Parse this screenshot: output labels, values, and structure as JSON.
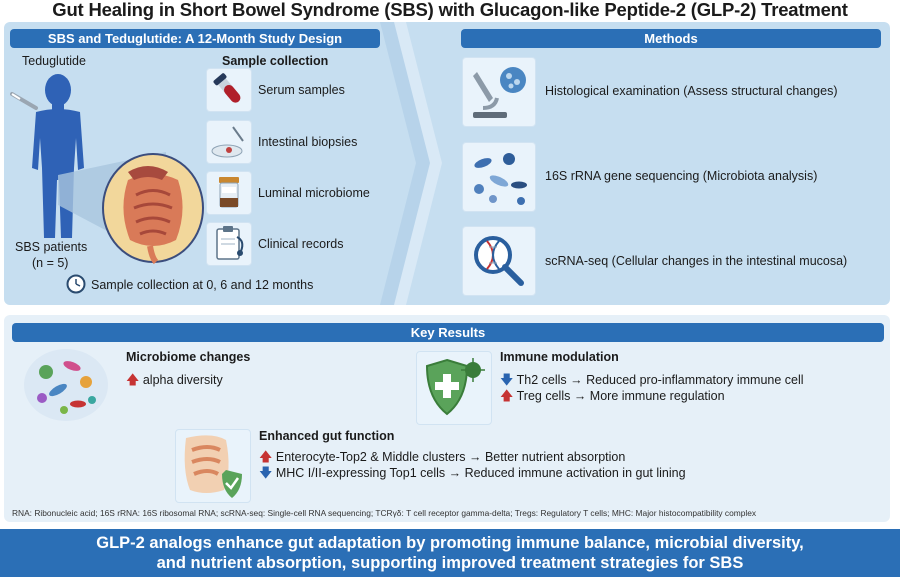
{
  "title": "Gut Healing in Short Bowel Syndrome (SBS) with Glucagon-like Peptide-2 (GLP-2) Treatment",
  "study": {
    "header": "SBS and Teduglutide: A 12-Month Study Design",
    "drug_label": "Teduglutide",
    "patients_label": "SBS patients",
    "patients_n": "(n = 5)",
    "sample_header": "Sample collection",
    "samples": [
      "Serum samples",
      "Intestinal biopsies",
      "Luminal microbiome",
      "Clinical records"
    ],
    "timing": "Sample collection at 0, 6 and 12 months"
  },
  "methods": {
    "header": "Methods",
    "items": [
      "Histological examination (Assess structural changes)",
      "16S rRNA gene sequencing (Microbiota analysis)",
      "scRNA-seq (Cellular changes in the intestinal mucosa)"
    ]
  },
  "results": {
    "header": "Key Results",
    "microbiome": {
      "title": "Microbiome changes",
      "lines": [
        "alpha diversity"
      ]
    },
    "immune": {
      "title": "Immune modulation",
      "lines": [
        "Th2 cells → Reduced pro-inflammatory immune cell",
        "Treg cells → More immune regulation"
      ]
    },
    "gut": {
      "title": "Enhanced gut function",
      "lines": [
        "Enterocyte-Top2 & Middle clusters → Better nutrient absorption",
        "MHC I/II-expressing Top1 cells → Reduced immune activation in gut lining"
      ]
    },
    "abbreviations": "RNA: Ribonucleic acid; 16S rRNA: 16S ribosomal RNA; scRNA-seq: Single-cell RNA sequencing; TCRγδ: T cell receptor gamma-delta; Tregs: Regulatory T cells; MHC: Major histocompatibility complex"
  },
  "footer": {
    "line1": "GLP-2 analogs enhance gut adaptation by promoting immune balance, microbial diversity,",
    "line2": "and nutrient absorption, supporting improved treatment strategies for SBS"
  },
  "colors": {
    "panel": "#c6def0",
    "header_blue": "#2b6fb6",
    "up_arrow": "#c63333",
    "down_arrow": "#2a64b0",
    "body_blue": "#2f62b6"
  },
  "icons": [
    "syringe-icon",
    "human-body-icon",
    "intestine-icon",
    "blood-tube-icon",
    "petri-dish-icon",
    "specimen-jar-icon",
    "clipboard-icon",
    "clock-icon",
    "microscope-icon",
    "bacteria-icon",
    "dna-magnifier-icon",
    "shield-icon",
    "gut-shield-icon"
  ]
}
